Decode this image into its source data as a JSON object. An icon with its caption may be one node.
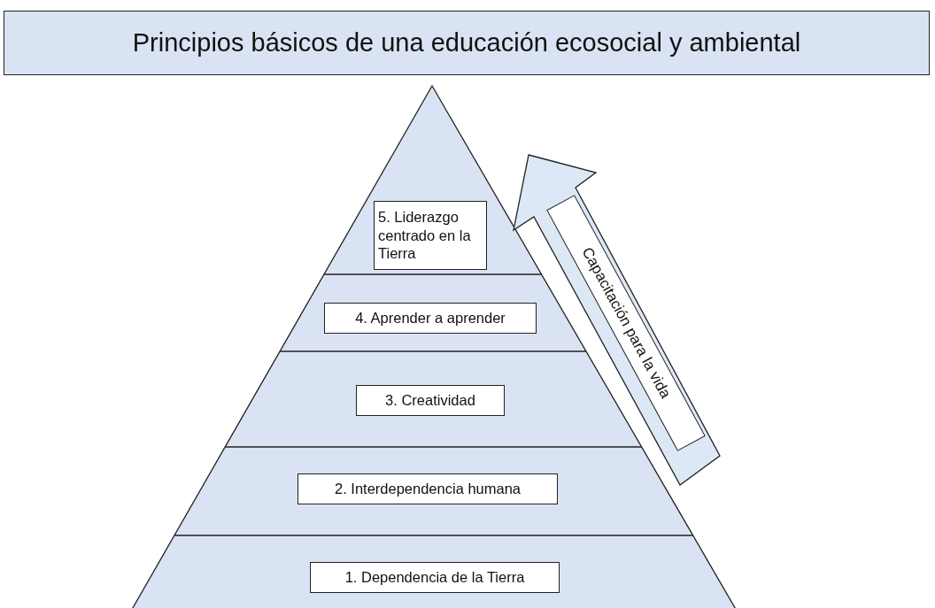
{
  "diagram": {
    "title": "Principios básicos de una educación ecosocial y ambiental",
    "nodes": [
      {
        "text": [
          "5. Liderazgo centrado en la Tierra"
        ]
      },
      {
        "text": [
          "Capacitación para la vida"
        ]
      },
      {
        "text": [
          "4. Aprender a aprender"
        ]
      },
      {
        "text": [
          "3. Creatividad"
        ]
      },
      {
        "text": [
          "2. Interdependencia humana"
        ]
      },
      {
        "text": [
          "1. Dependencia de la Tierra"
        ]
      }
    ]
  }
}
